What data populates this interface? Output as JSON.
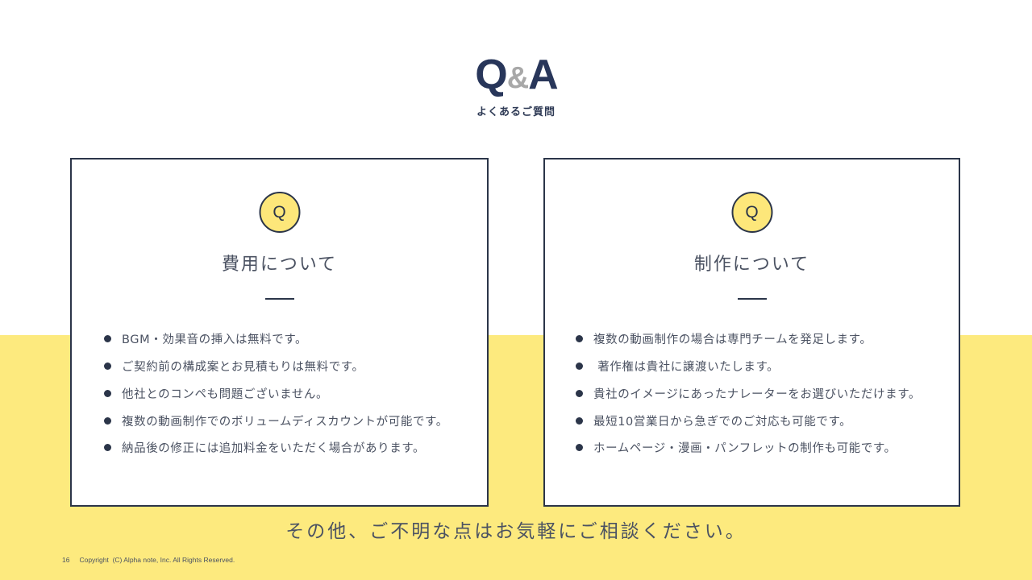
{
  "header": {
    "logo_q": "Q",
    "logo_amp": "&",
    "logo_a": "A",
    "subtitle": "よくあるご質問"
  },
  "colors": {
    "navy": "#2b3549",
    "yellow": "#fdea7e",
    "badge_yellow": "#fde77a",
    "ampersand_gray": "#a8a8a8",
    "text_gray": "#4b5262"
  },
  "cards": [
    {
      "badge": "Q",
      "title": "費用について",
      "items": [
        "BGM・効果音の挿入は無料です。",
        "ご契約前の構成案とお見積もりは無料です。",
        "他社とのコンペも問題ございません。",
        "複数の動画制作でのボリュームディスカウントが可能です。",
        "納品後の修正には追加料金をいただく場合があります。"
      ]
    },
    {
      "badge": "Q",
      "title": "制作について",
      "items": [
        "複数の動画制作の場合は専門チームを発足します。",
        " 著作権は貴社に譲渡いたします。",
        "貴社のイメージにあったナレーターをお選びいただけます。",
        "最短10営業日から急ぎでのご対応も可能です。",
        "ホームページ・漫画・パンフレットの制作も可能です。"
      ]
    }
  ],
  "closing": "その他、ご不明な点はお気軽にご相談ください。",
  "footer": {
    "page_number": "16",
    "copyright": "Copyright  (C) Alpha note, Inc. All Rights Reserved."
  }
}
